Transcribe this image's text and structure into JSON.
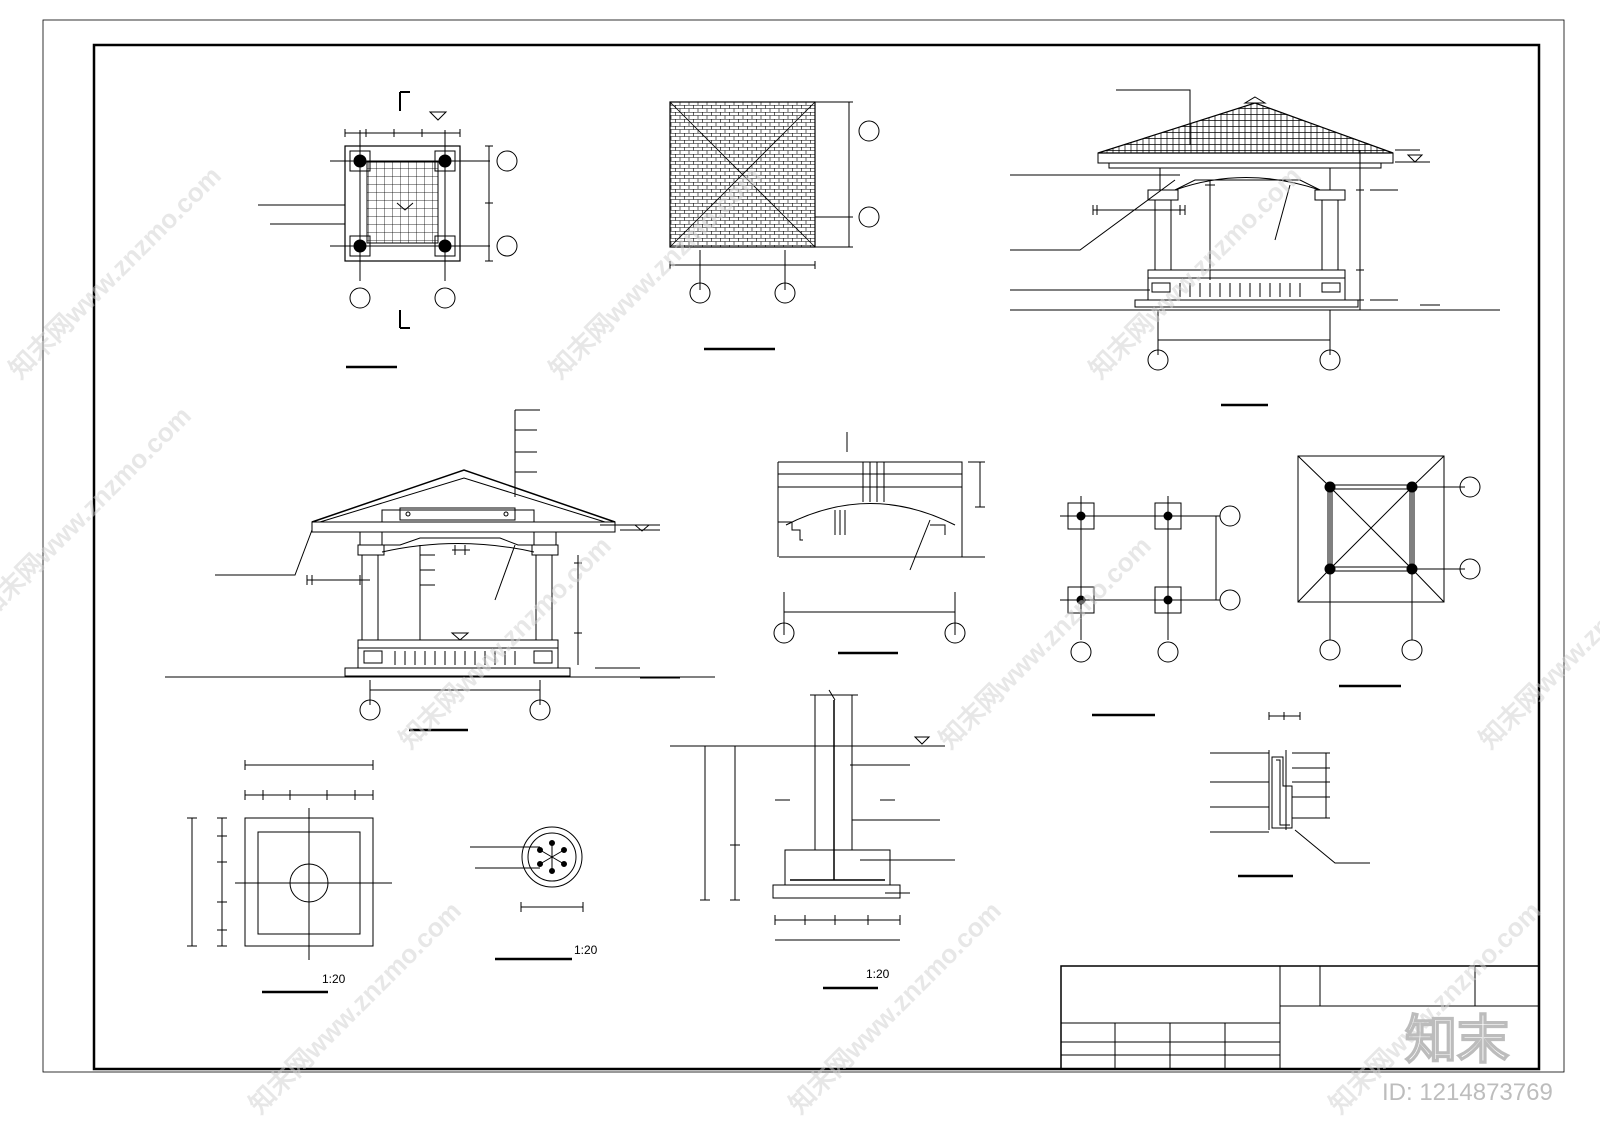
{
  "scales": {
    "pier_section_scale": "1:20",
    "reinforcement_scale": "1:20",
    "footing_scale": "1:20"
  },
  "watermark": {
    "site_text": "知末网www.znzmo.com",
    "brand_text": "知末",
    "id_text": "ID: 1214873769"
  }
}
